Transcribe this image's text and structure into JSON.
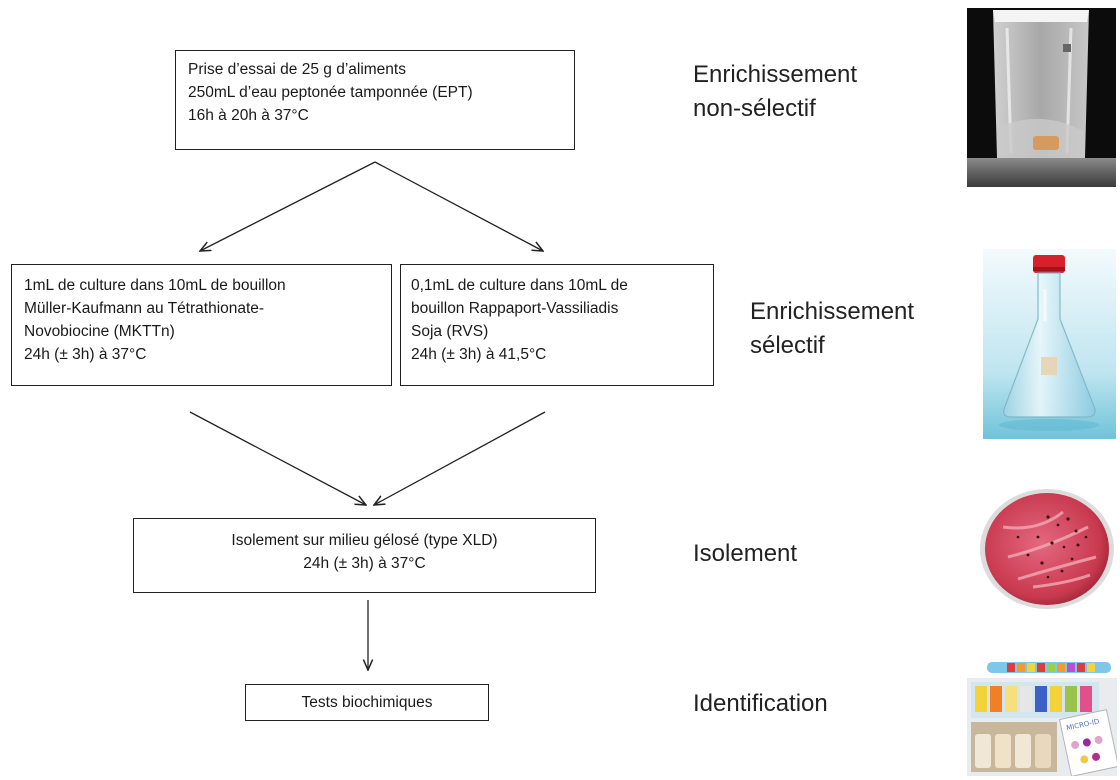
{
  "boxes": {
    "step1": [
      "Prise d’essai de 25 g d’aliments",
      "250mL d’eau peptonée tamponnée (EPT)",
      "16h à 20h à 37°C"
    ],
    "step2_left": [
      "1mL de culture dans 10mL de bouillon",
      "Müller-Kaufmann au Tétrathionate-",
      "Novobiocine (MKTTn)",
      "24h (± 3h) à 37°C"
    ],
    "step2_right": [
      "0,1mL de culture dans 10mL de",
      "bouillon Rappaport-Vassiliadis",
      "Soja (RVS)",
      "24h (± 3h) à 41,5°C"
    ],
    "step3": [
      "Isolement sur milieu gélosé (type XLD)",
      "24h (± 3h) à 37°C"
    ],
    "step4": [
      "Tests biochimiques"
    ]
  },
  "stages": {
    "enrichment_nonselective": [
      "Enrichissement",
      "non-sélectif"
    ],
    "enrichment_selective": [
      "Enrichissement",
      "sélectif"
    ],
    "isolation": [
      "Isolement"
    ],
    "identification": [
      "Identification"
    ]
  },
  "strip_label": "MICRO-ID"
}
